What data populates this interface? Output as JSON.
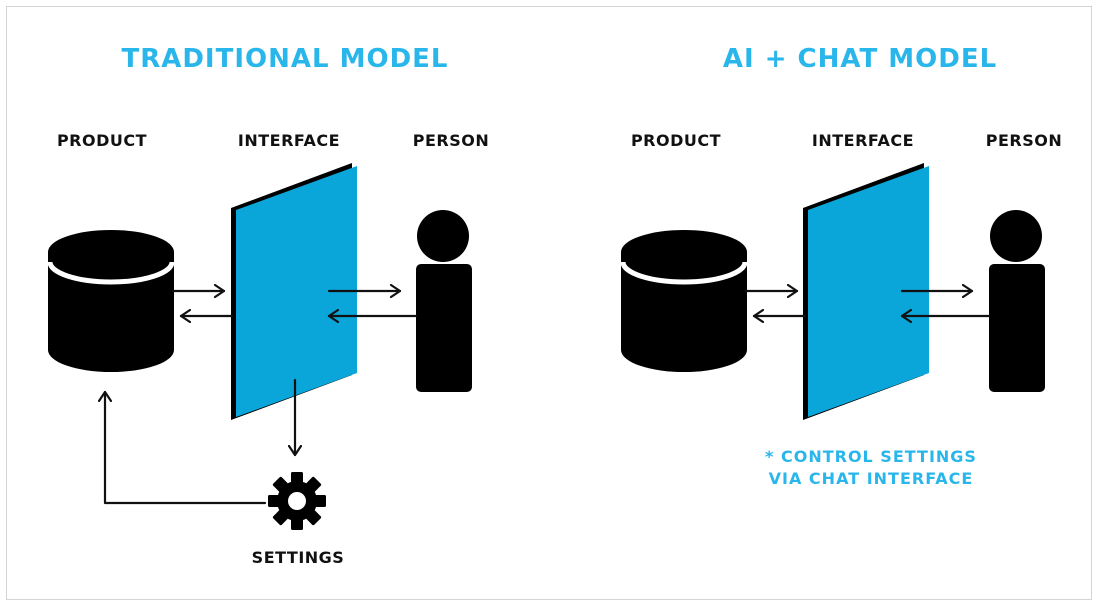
{
  "colors": {
    "accent": "#29b6ea",
    "panel": "#0aa6d9",
    "ink": "#000000"
  },
  "traditional": {
    "title": "TRADITIONAL MODEL",
    "product_label": "PRODUCT",
    "interface_label": "INTERFACE",
    "person_label": "PERSON",
    "settings_label": "SETTINGS",
    "icons": [
      "database-icon",
      "person-icon",
      "gear-icon"
    ]
  },
  "ai_chat": {
    "title": "AI + CHAT MODEL",
    "product_label": "PRODUCT",
    "interface_label": "INTERFACE",
    "person_label": "PERSON",
    "note_line1": "* CONTROL SETTINGS",
    "note_line2": "VIA CHAT INTERFACE",
    "icons": [
      "database-icon",
      "person-icon"
    ]
  }
}
